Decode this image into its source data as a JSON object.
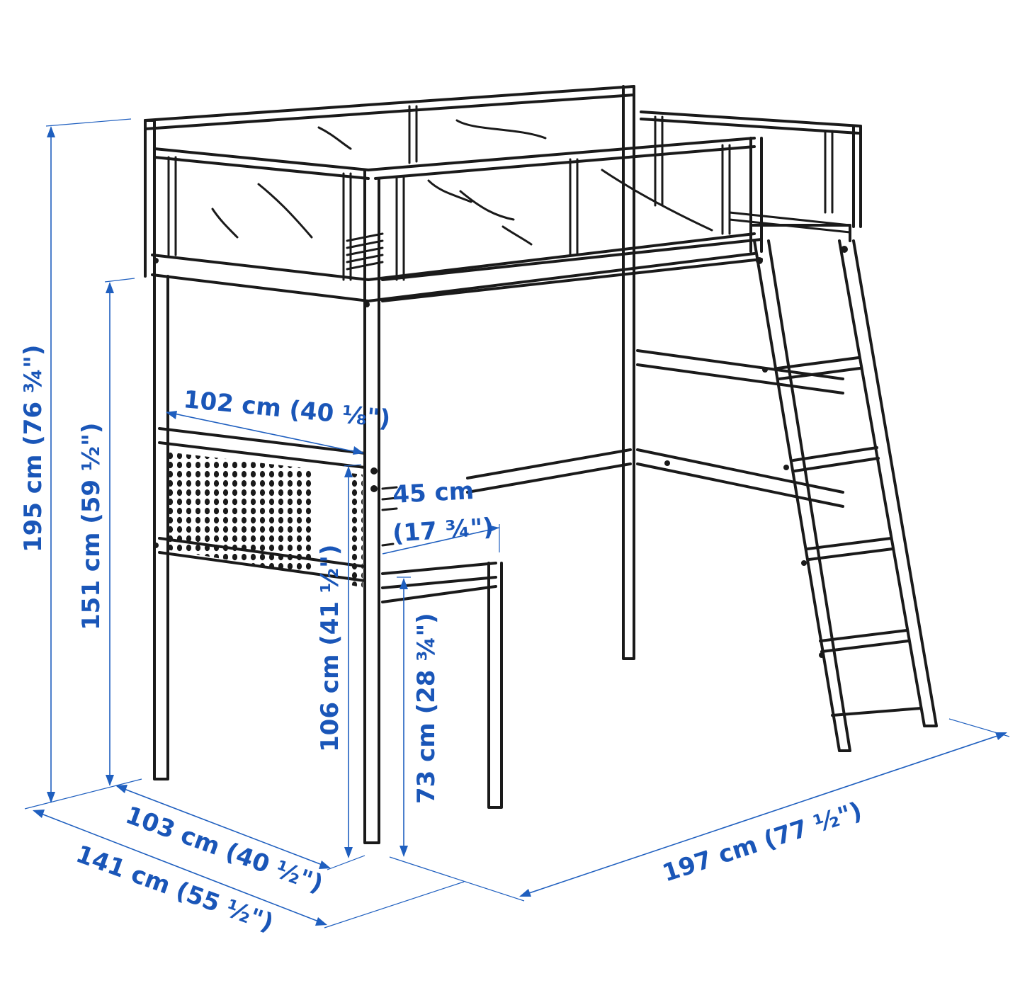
{
  "diagram": {
    "subject": "Loft bed frame with desk and ladder",
    "accent_color": "#1a56b8",
    "line_color": "#1a1a1a",
    "dimensions": {
      "total_height": "195 cm (76 ¾\")",
      "underbed_height": "151 cm (59 ½\")",
      "bed_length_inner": "102 cm (40 ⅛\")",
      "desk_depth_line1": "45 cm",
      "desk_depth_line2": "(17 ¾\")",
      "headboard_height": "106 cm (41 ½\")",
      "desk_height": "73 cm (28 ¾\")",
      "inner_width": "103 cm (40 ½\")",
      "total_width": "141 cm (55 ½\")",
      "total_length": "197 cm (77 ½\")"
    }
  }
}
